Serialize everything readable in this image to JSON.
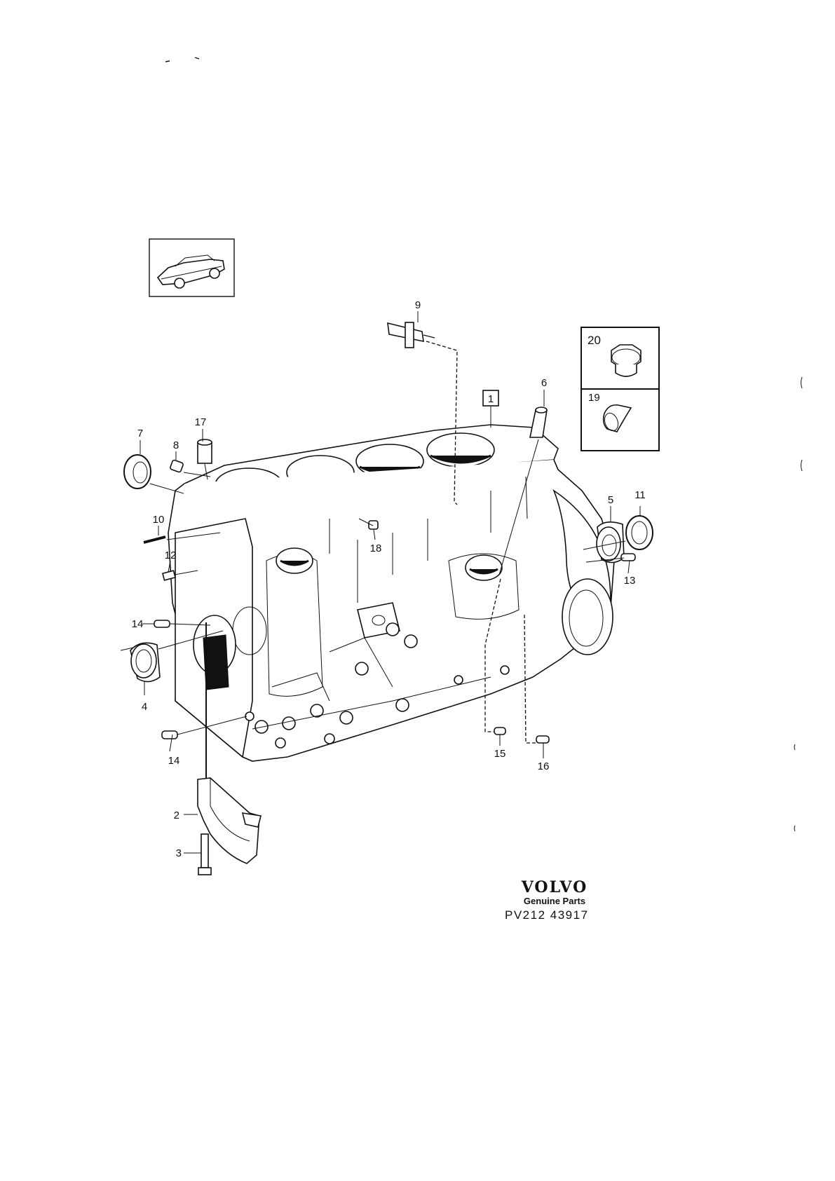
{
  "diagram": {
    "callouts": [
      "1",
      "2",
      "3",
      "4",
      "5",
      "6",
      "7",
      "8",
      "9",
      "10",
      "11",
      "12",
      "13",
      "14",
      "14",
      "15",
      "16",
      "17",
      "18",
      "19",
      "20"
    ]
  },
  "brand": {
    "logo": "VOLVO",
    "tagline": "Genuine Parts",
    "reference": "PV212 43917"
  }
}
